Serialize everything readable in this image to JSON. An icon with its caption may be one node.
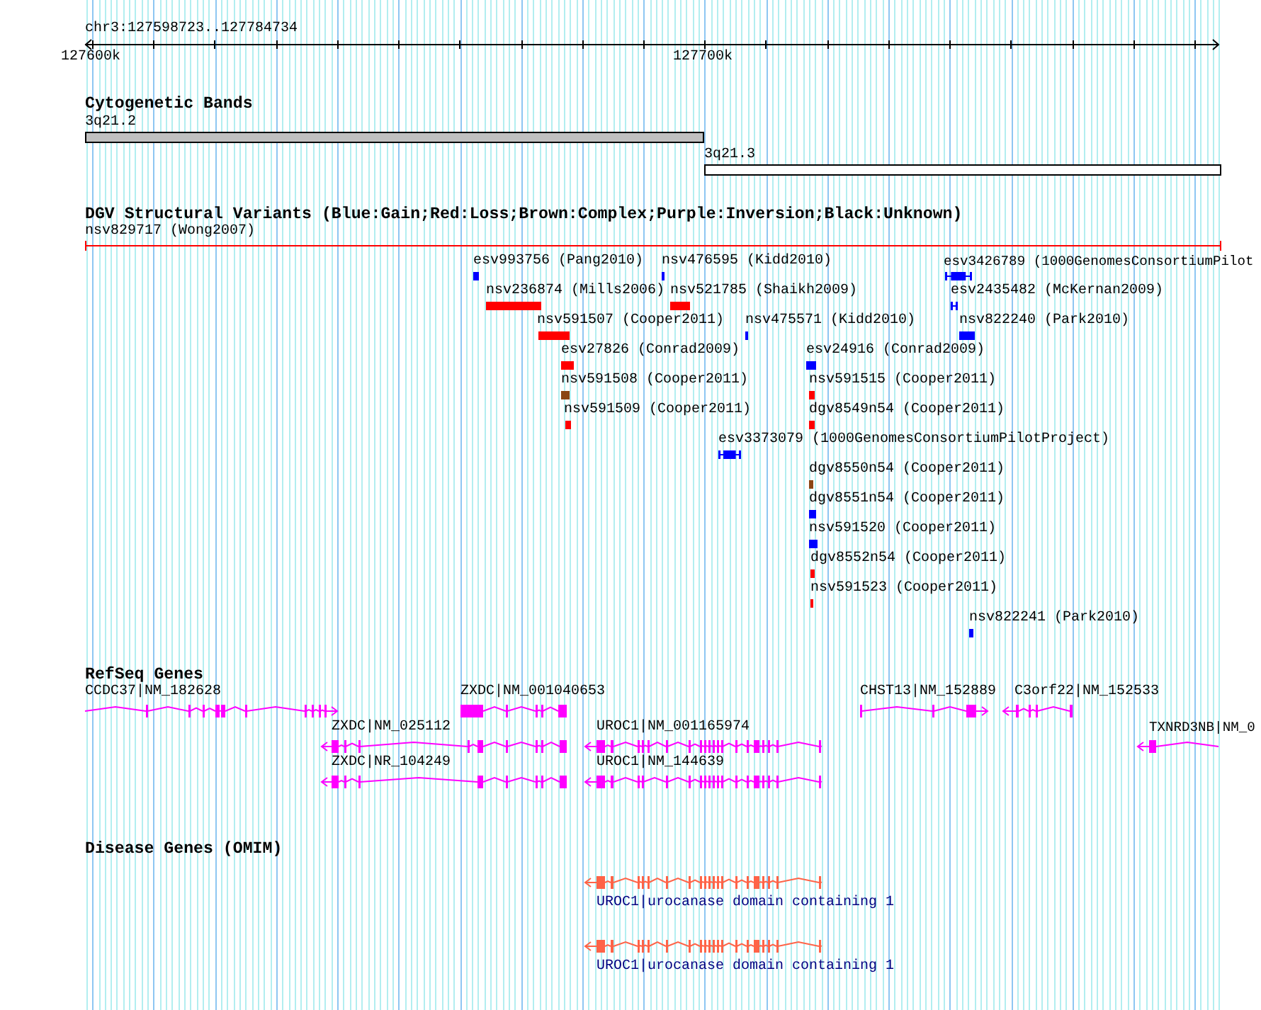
{
  "diagram": {
    "labels": [
      "chr3:127598723..127784734",
      "127600k",
      "127700k",
      "Cytogenetic Bands",
      "DGV Structural Variants (Blue:Gain;Red:Loss;Brown:Complex;Purple:Inversion;Black:Unknown)",
      "RefSeq Genes",
      "Disease Genes (OMIM)"
    ],
    "nodes": [
      {
        "text": [
          "3q21.2"
        ]
      },
      {
        "text": [
          "3q21.3"
        ]
      },
      {
        "text": [
          "nsv829717 (Wong2007)"
        ]
      },
      {
        "text": [
          "esv993756 (Pang2010)"
        ]
      },
      {
        "text": [
          "nsv476595 (Kidd2010)"
        ]
      },
      {
        "text": [
          "esv3426789 (1000GenomesConsortiumPilot"
        ]
      },
      {
        "text": [
          "nsv236874 (Mills2006)"
        ]
      },
      {
        "text": [
          "nsv521785 (Shaikh2009)"
        ]
      },
      {
        "text": [
          "esv2435482 (McKernan2009)"
        ]
      },
      {
        "text": [
          "nsv591507 (Cooper2011)"
        ]
      },
      {
        "text": [
          "nsv475571 (Kidd2010)"
        ]
      },
      {
        "text": [
          "nsv822240 (Park2010)"
        ]
      },
      {
        "text": [
          "esv27826 (Conrad2009)"
        ]
      },
      {
        "text": [
          "esv24916 (Conrad2009)"
        ]
      },
      {
        "text": [
          "nsv591508 (Cooper2011)"
        ]
      },
      {
        "text": [
          "nsv591515 (Cooper2011)"
        ]
      },
      {
        "text": [
          "nsv591509 (Cooper2011)"
        ]
      },
      {
        "text": [
          "dgv8549n54 (Cooper2011)"
        ]
      },
      {
        "text": [
          "esv3373079 (1000GenomesConsortiumPilotProject)"
        ]
      },
      {
        "text": [
          "dgv8550n54 (Cooper2011)"
        ]
      },
      {
        "text": [
          "dgv8551n54 (Cooper2011)"
        ]
      },
      {
        "text": [
          "nsv591520 (Cooper2011)"
        ]
      },
      {
        "text": [
          "dgv8552n54 (Cooper2011)"
        ]
      },
      {
        "text": [
          "nsv591523 (Cooper2011)"
        ]
      },
      {
        "text": [
          "nsv822241 (Park2010)"
        ]
      },
      {
        "text": [
          "CCDC37|NM_182628"
        ]
      },
      {
        "text": [
          "ZXDC|NM_001040653"
        ]
      },
      {
        "text": [
          "CHST13|NM_152889"
        ]
      },
      {
        "text": [
          "C3orf22|NM_152533"
        ]
      },
      {
        "text": [
          "ZXDC|NM_025112"
        ]
      },
      {
        "text": [
          "UROC1|NM_001165974"
        ]
      },
      {
        "text": [
          "TXNRD3NB|NM_0"
        ]
      },
      {
        "text": [
          "ZXDC|NR_104249"
        ]
      },
      {
        "text": [
          "UROC1|NM_144639"
        ]
      },
      {
        "text": [
          "UROC1|urocanase domain containing 1"
        ]
      },
      {
        "text": [
          "UROC1|urocanase domain containing 1"
        ]
      }
    ]
  }
}
